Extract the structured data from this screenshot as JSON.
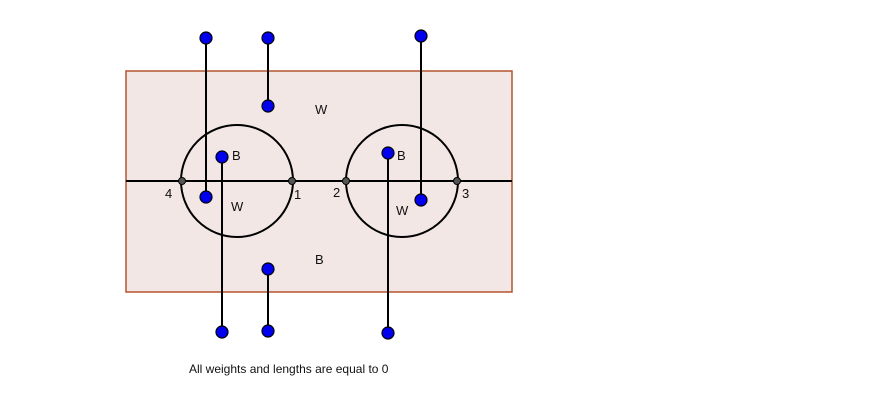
{
  "colors": {
    "rect_fill": "#f3e7e6",
    "rect_stroke": "#b5532f",
    "line": "#000000",
    "point_fill": "#0000ee",
    "point_stroke": "#000000",
    "junction_fill": "#555555"
  },
  "region_labels": {
    "top_w": "W",
    "bottom_b": "B",
    "left_circle_b": "B",
    "left_circle_w": "W",
    "right_circle_b": "B",
    "right_circle_w": "W"
  },
  "vertex_labels": {
    "v1": "1",
    "v2": "2",
    "v3": "3",
    "v4": "4"
  },
  "caption": "All weights and lengths are equal to 0"
}
